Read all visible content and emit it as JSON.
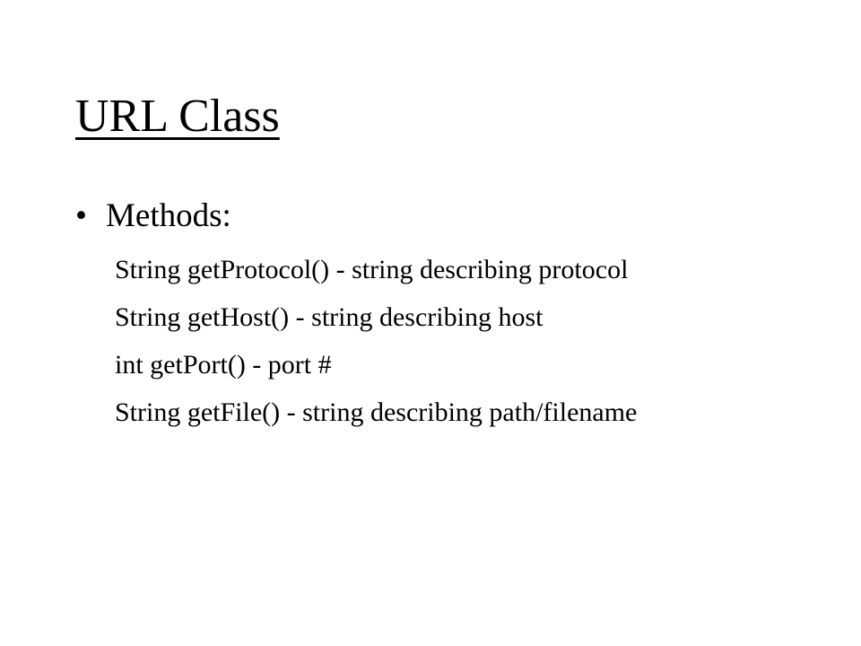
{
  "slide": {
    "title": "URL Class",
    "bullet": {
      "marker": "•",
      "label": "Methods:"
    },
    "methods": [
      "String getProtocol() - string describing protocol",
      "String getHost() - string describing host",
      "int getPort() - port #",
      "String getFile() - string describing path/filename"
    ]
  }
}
